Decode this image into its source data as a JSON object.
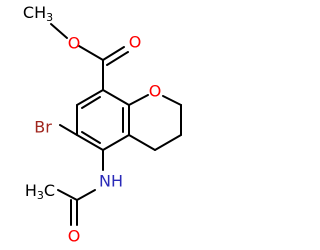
{
  "molecule": {
    "colors": {
      "bond": "#000000",
      "carbon": "#000000",
      "oxygen": "#ff0000",
      "nitrogen": "#2a2ab8",
      "bromine": "#a0261e"
    },
    "atoms": {
      "methyl_top": {
        "symbol": "CH",
        "count": "3"
      },
      "ester_ether_o": {
        "symbol": "O"
      },
      "carbonyl_o": {
        "symbol": "O"
      },
      "ring_o": {
        "symbol": "O"
      },
      "bromine": {
        "symbol": "Br"
      },
      "amide_n": {
        "symbol": "NH"
      },
      "methyl_bottom": {
        "symbol": "H",
        "count": "3",
        "tail": "C"
      },
      "amide_o": {
        "symbol": "O"
      }
    }
  }
}
